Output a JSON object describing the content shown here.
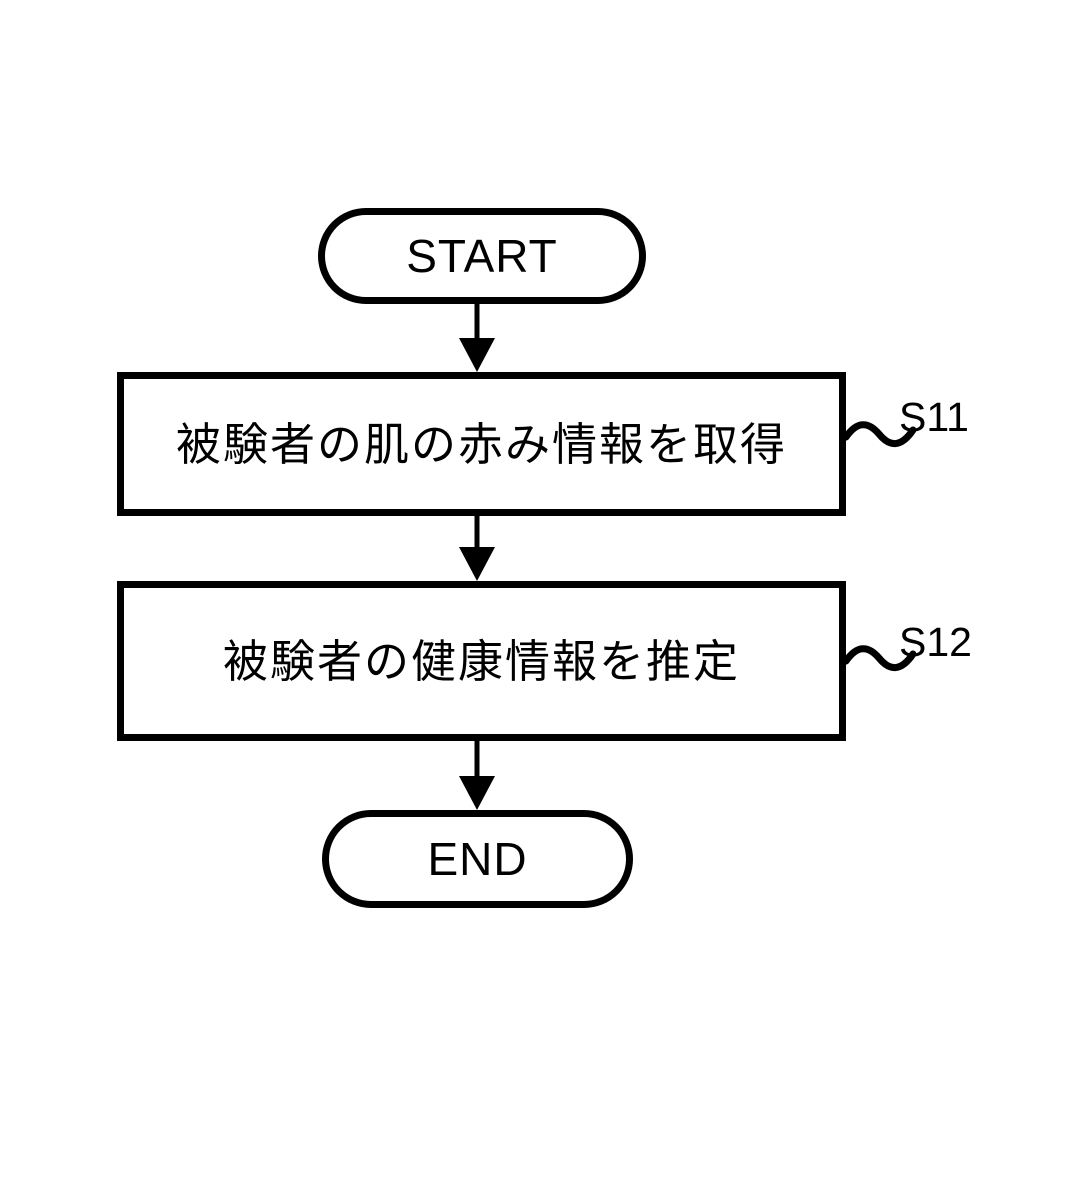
{
  "figure": {
    "type": "flowchart",
    "orientation": "vertical",
    "background_color": "#ffffff",
    "line_color": "#000000"
  },
  "nodes": [
    {
      "id": "start",
      "shape": "terminal",
      "label": "START"
    },
    {
      "id": "step11",
      "shape": "process",
      "label": "被験者の肌の赤み情報を取得",
      "step_label": "S11"
    },
    {
      "id": "step12",
      "shape": "process",
      "label": "被験者の健康情報を推定",
      "step_label": "S12"
    },
    {
      "id": "end",
      "shape": "terminal",
      "label": "END"
    }
  ],
  "connectors": [
    {
      "from": "start",
      "to": "step11",
      "style": "arrow-down"
    },
    {
      "from": "step11",
      "to": "step12",
      "style": "arrow-down"
    },
    {
      "from": "step12",
      "to": "end",
      "style": "arrow-down"
    }
  ],
  "step_leaders": [
    {
      "for": "step11",
      "style": "tilde",
      "text": "S11"
    },
    {
      "for": "step12",
      "style": "tilde",
      "text": "S12"
    }
  ]
}
